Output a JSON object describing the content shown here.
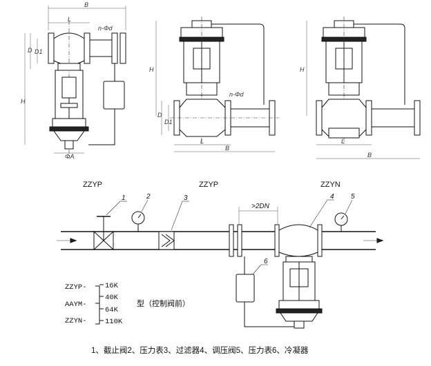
{
  "dims": {
    "B": "B",
    "L": "L",
    "n_phi_d": "n-Φd",
    "D": "D",
    "D1": "D1",
    "H": "H",
    "phiA": "ΦA"
  },
  "labels": {
    "zzyp_left": "ZZYP",
    "zzyp_mid": "ZZYP",
    "zzyn": "ZZYN",
    "dist": ">2DN"
  },
  "callouts": [
    "1",
    "2",
    "3",
    "4",
    "5",
    "6"
  ],
  "models": [
    "ZZYP-",
    "AAYM-",
    "ZZYN-"
  ],
  "pressures": [
    "16K",
    "40K",
    "64K",
    "110K"
  ],
  "model_note": "型（控制阀前）",
  "caption": "1、截止阀2、压力表3、过滤器4、调压阀5、压力表6、冷凝器"
}
